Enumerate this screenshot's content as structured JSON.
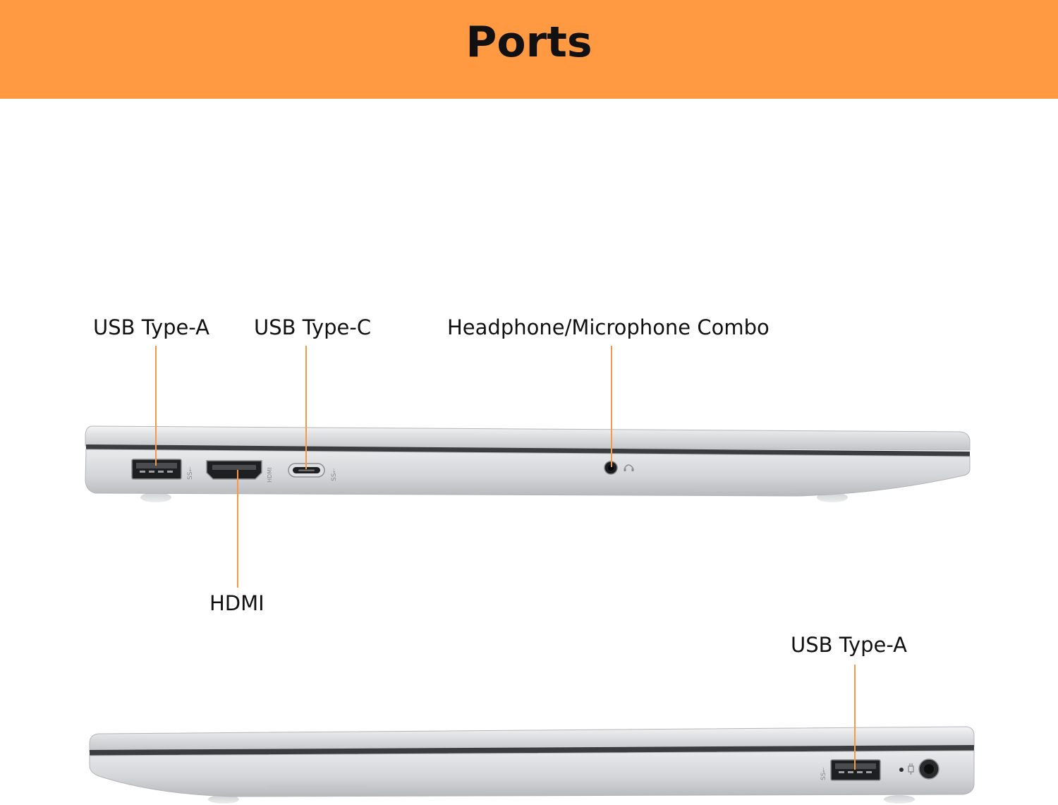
{
  "header": {
    "title": "Ports",
    "background": "#ff9a42"
  },
  "accent_line_color": "#f29a4a",
  "left_side": {
    "callouts": [
      {
        "label": "USB Type-A",
        "icon": "usb-type-a-port-icon"
      },
      {
        "label": "USB Type-C",
        "icon": "usb-type-c-port-icon"
      },
      {
        "label": "Headphone/Microphone Combo",
        "icon": "audio-jack-icon"
      },
      {
        "label": "HDMI",
        "icon": "hdmi-port-icon"
      }
    ]
  },
  "right_side": {
    "callouts": [
      {
        "label": "USB Type-A",
        "icon": "usb-type-a-port-icon"
      }
    ]
  }
}
